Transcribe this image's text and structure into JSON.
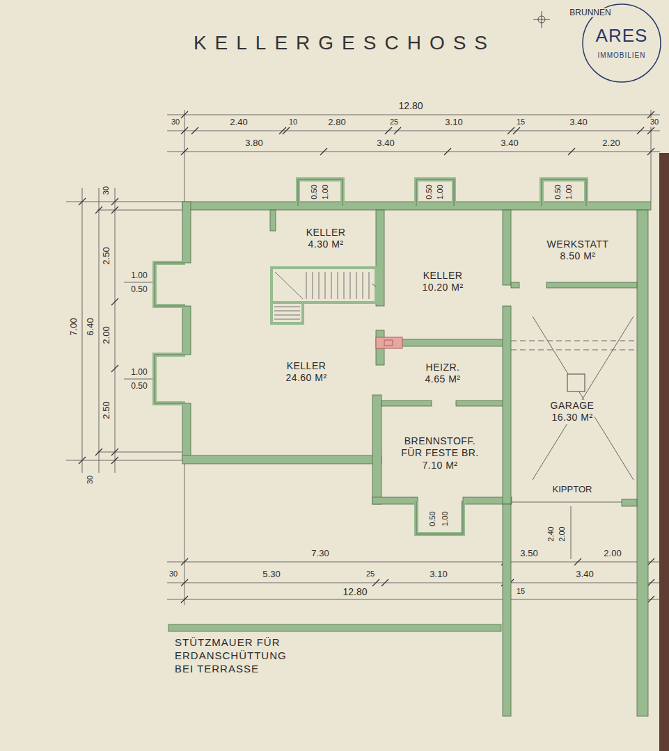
{
  "diagram": {
    "title": "KELLERGESCHOSS",
    "nodes": [
      {
        "text": [
          "KELLER",
          "4.30 M²"
        ]
      },
      {
        "text": [
          "KELLER",
          "10.20 M²"
        ]
      },
      {
        "text": [
          "WERKSTATT",
          "8.50 M²"
        ]
      },
      {
        "text": [
          "KELLER",
          "24.60 M²"
        ]
      },
      {
        "text": [
          "HEIZR.",
          "4.65 M²"
        ]
      },
      {
        "text": [
          "GARAGE",
          "16.30 M²"
        ]
      },
      {
        "text": [
          "BRENNSTOFF. FÜR FESTE BR.",
          "7.10 M²"
        ]
      }
    ],
    "labels": [
      "BRUNNEN",
      "ARES",
      "IMMOBILIEN",
      "12.80",
      "30",
      "2.40",
      "10",
      "2.80",
      "25",
      "3.10",
      "15",
      "3.40",
      "30",
      "3.80",
      "3.40",
      "3.40",
      "2.20",
      "0.50",
      "1.00",
      "0.50",
      "1.00",
      "0.50",
      "1.00",
      "30",
      "2.50",
      "7.00",
      "6.40",
      "2.00",
      "2.50",
      "30",
      "1.00",
      "0.50",
      "1.00",
      "0.50",
      "0.50",
      "1.00",
      "KIPPTOR",
      "2.40",
      "2.00",
      "7.30",
      "3.50",
      "2.00",
      "30",
      "5.30",
      "25",
      "3.10",
      "15",
      "3.40",
      "12.80",
      "STÜTZMAUER FÜR ERDANSCHÜTTUNG BEI TERRASSE"
    ]
  }
}
